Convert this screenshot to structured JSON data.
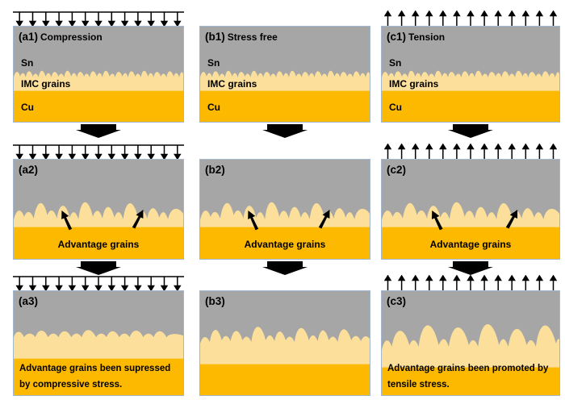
{
  "figure": {
    "colors": {
      "sn_gray": "#a6a6a6",
      "imc_cream": "#fbdf9b",
      "cu_orange": "#fcb900",
      "panel_border": "#a3b8cf",
      "arrow_black": "#000000",
      "background": "#ffffff"
    },
    "layer_labels": {
      "sn": "Sn",
      "imc": "IMC grains",
      "cu": "Cu"
    },
    "annotation": "Advantage grains",
    "stress_arrows": {
      "count": 13
    },
    "columns": [
      {
        "stress": "compression",
        "panels": [
          {
            "label": "(a1)",
            "title": "Compression"
          },
          {
            "label": "(a2)"
          },
          {
            "label": "(a3)",
            "caption": "Advantage grains been supressed by compressive stress."
          }
        ]
      },
      {
        "stress": "stress-free",
        "panels": [
          {
            "label": "(b1)",
            "title": "Stress free"
          },
          {
            "label": "(b2)"
          },
          {
            "label": "(b3)"
          }
        ]
      },
      {
        "stress": "tension",
        "panels": [
          {
            "label": "(c1)",
            "title": "Tension"
          },
          {
            "label": "(c2)"
          },
          {
            "label": "(c3)",
            "caption": "Advantage  grains been promoted by tensile stress."
          }
        ]
      }
    ]
  }
}
